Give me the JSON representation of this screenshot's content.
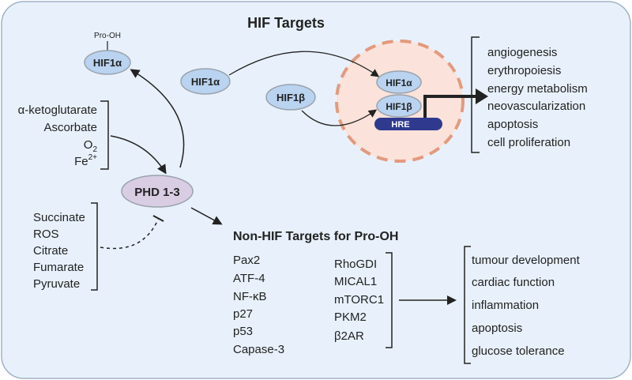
{
  "title": "HIF Targets",
  "pro_oh_label": "Pro-OH",
  "nodes": {
    "hif1a_hydroxylated": "HIF1α",
    "hif1a": "HIF1α",
    "hif1b": "HIF1β",
    "nucleus_hif1a": "HIF1α",
    "nucleus_hif1b": "HIF1β",
    "hre": "HRE",
    "phd": "PHD 1-3"
  },
  "cofactors": [
    "α-ketoglutarate",
    "Ascorbate",
    "O",
    "Fe"
  ],
  "cofactor_o2_sub": "2",
  "cofactor_fe_sup": "2+",
  "inhibitors": [
    "Succinate",
    "ROS",
    "Citrate",
    "Fumarate",
    "Pyruvate"
  ],
  "hif_outcomes": [
    "angiogenesis",
    "erythropoiesis",
    "energy metabolism",
    "neovascularization",
    "apoptosis",
    "cell proliferation"
  ],
  "non_hif_title": "Non-HIF Targets for Pro-OH",
  "non_hif_col1": [
    "Pax2",
    "ATF-4",
    "NF-κB",
    "p27",
    "p53",
    "Capase-3"
  ],
  "non_hif_col2": [
    "RhoGDI",
    "MICAL1",
    "mTORC1",
    "PKM2",
    "β2AR"
  ],
  "non_hif_outcomes": [
    "tumour development",
    "cardiac function",
    "inflammation",
    "apoptosis",
    "glucose tolerance"
  ],
  "colors": {
    "panel_bg": "#e8f1fb",
    "panel_border": "#9fb4c8",
    "hif_node": "#b9d3f0",
    "phd_node": "#d9cde4",
    "nucleus_fill": "#fbe2da",
    "nucleus_border": "#e39a7d",
    "hre": "#2f3a8f",
    "arrow": "#222222"
  }
}
